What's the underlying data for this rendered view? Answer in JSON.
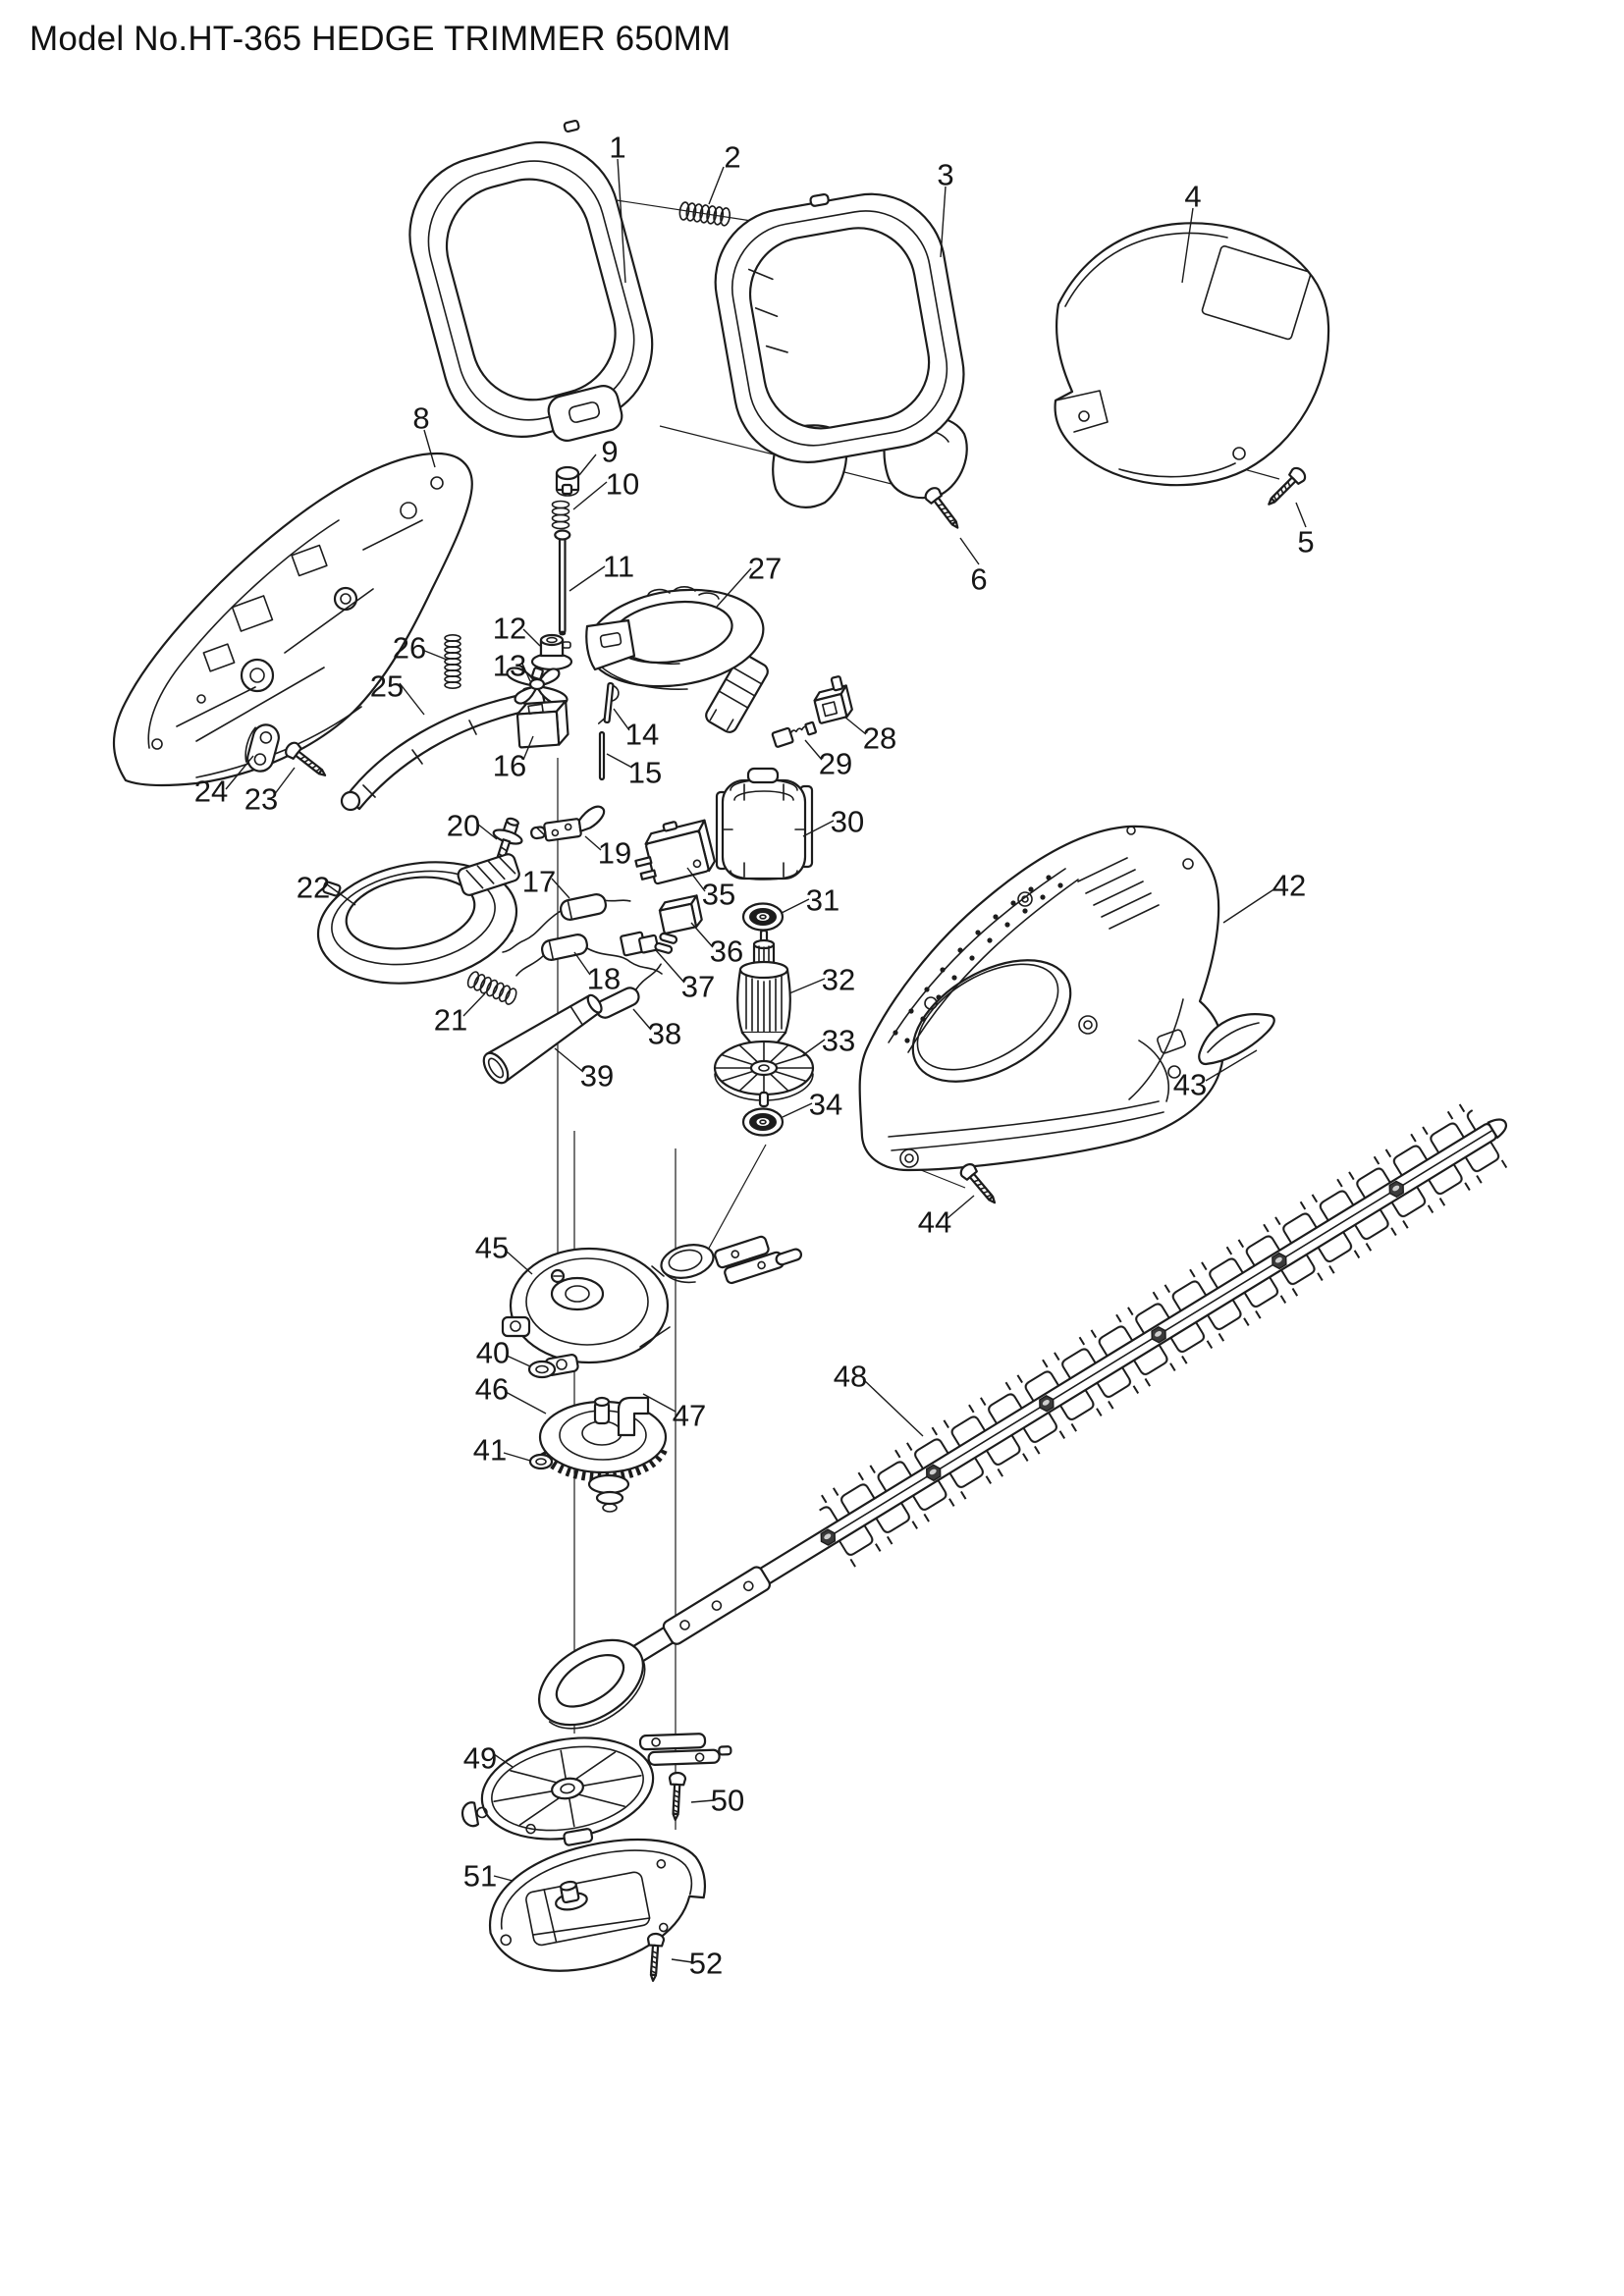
{
  "page": {
    "title": "Model No.HT-365 HEDGE TRIMMER 650MM"
  },
  "diagram": {
    "type": "exploded-parts-diagram",
    "callouts": [
      "1",
      "2",
      "3",
      "4",
      "5",
      "6",
      "8",
      "9",
      "10",
      "11",
      "12",
      "13",
      "14",
      "15",
      "16",
      "17",
      "18",
      "19",
      "20",
      "21",
      "22",
      "23",
      "24",
      "25",
      "26",
      "27",
      "28",
      "29",
      "30",
      "31",
      "32",
      "33",
      "34",
      "35",
      "36",
      "37",
      "38",
      "39",
      "40",
      "41",
      "42",
      "43",
      "44",
      "45",
      "46",
      "47",
      "48",
      "49",
      "50",
      "51",
      "52"
    ]
  }
}
